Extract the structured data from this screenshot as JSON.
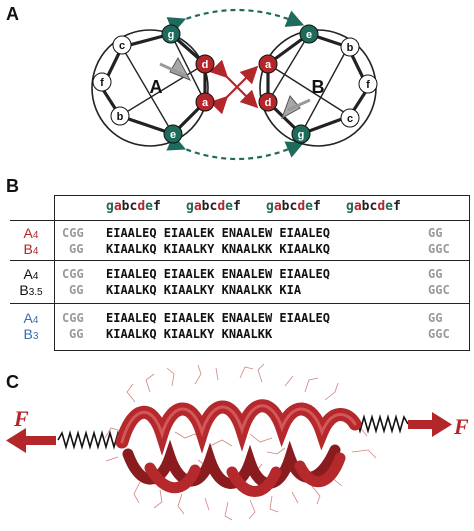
{
  "panels": {
    "a": "A",
    "b": "B",
    "c": "C"
  },
  "helix_wheel": {
    "left": {
      "label": "A",
      "residues": [
        "g",
        "d",
        "a",
        "e",
        "b",
        "f",
        "c"
      ]
    },
    "right": {
      "label": "B",
      "residues": [
        "e",
        "a",
        "d",
        "g",
        "c",
        "f",
        "b"
      ]
    }
  },
  "heptad_header": [
    "g",
    "a",
    "b",
    "c",
    "d",
    "e",
    "f"
  ],
  "rows": [
    {
      "label_top": {
        "main": "A",
        "sub": "4"
      },
      "label_bottom": {
        "main": "B",
        "sub": "4"
      },
      "top_pre": "CGG",
      "top_seq": "EIAALEQ EIAALEK ENAALEW EIAALEQ",
      "top_post": "GG",
      "bottom_pre": "GG",
      "bottom_seq": "KIAALKQ KIAALKY KNAALKK KIAALKQ",
      "bottom_post": "GGC"
    },
    {
      "label_top": {
        "main": "A",
        "sub": "4"
      },
      "label_bottom": {
        "main": "B",
        "sub": "3.5"
      },
      "top_pre": "CGG",
      "top_seq": "EIAALEQ EIAALEK ENAALEW EIAALEQ",
      "top_post": "GG",
      "bottom_pre": "GG",
      "bottom_seq": "KIAALKQ KIAALKY KNAALKK KIA",
      "bottom_post": "GGC"
    },
    {
      "label_top": {
        "main": "A",
        "sub": "4"
      },
      "label_bottom": {
        "main": "B",
        "sub": "3"
      },
      "top_pre": "CGG",
      "top_seq": "EIAALEQ EIAALEK ENAALEW EIAALEQ",
      "top_post": "GG",
      "bottom_pre": "GG",
      "bottom_seq": "KIAALKQ KIAALKY KNAALKK",
      "bottom_post": "GGC"
    }
  ],
  "force_label": "F",
  "colors": {
    "green": "#1e6a5c",
    "red": "#b3262a",
    "blue": "#3a6ea8",
    "helix": "#b5282c"
  }
}
